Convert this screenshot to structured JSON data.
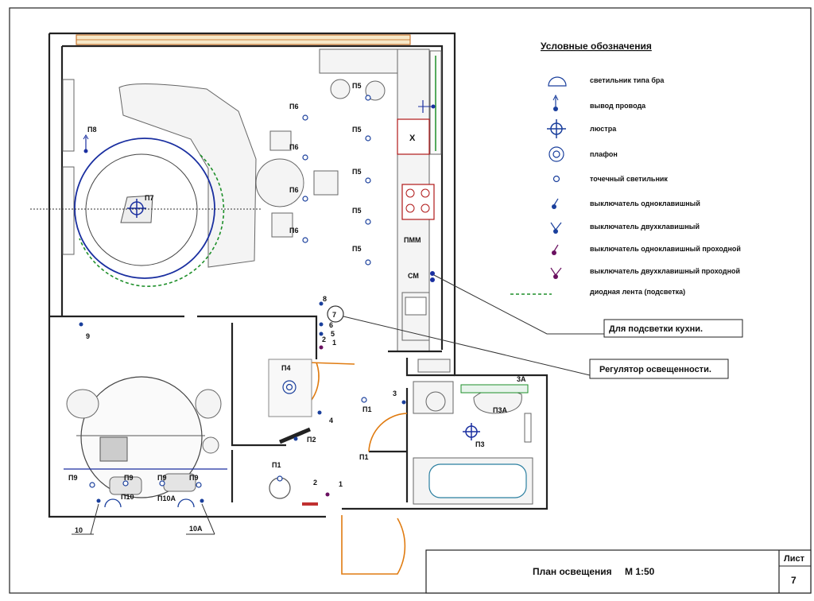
{
  "legend": {
    "title": "Условные обозначения",
    "items": [
      {
        "label": "светильник типа бра",
        "icon": "sconce-icon"
      },
      {
        "label": "вывод провода",
        "icon": "wire-outlet-icon"
      },
      {
        "label": "люстра",
        "icon": "chandelier-icon"
      },
      {
        "label": "плафон",
        "icon": "ceiling-lamp-icon"
      },
      {
        "label": "точечный светильник",
        "icon": "spotlight-icon"
      },
      {
        "label": "выключатель одноклавишный",
        "icon": "single-switch-icon"
      },
      {
        "label": "выключатель двухклавишный",
        "icon": "double-switch-icon"
      },
      {
        "label": "выключатель одноклавишный проходной",
        "icon": "single-pass-switch-icon"
      },
      {
        "label": "выключатель двухклавишный проходной",
        "icon": "double-pass-switch-icon"
      },
      {
        "label": "диодная лента (подсветка)",
        "icon": "led-strip-icon"
      }
    ]
  },
  "callouts": {
    "kitchen": "Для подсветки кухни.",
    "dimmer": "Регулятор освещенности."
  },
  "title_block": {
    "title": "План освещения",
    "scale": "М 1:50",
    "sheet_label": "Лист",
    "sheet_number": "7"
  },
  "appliances": {
    "stove_x": "X",
    "dishwasher": "ПММ",
    "washer": "СМ"
  },
  "plan_labels": {
    "p5a": "П5",
    "p5b": "П5",
    "p5c": "П5",
    "p5d": "П5",
    "p5e": "П5",
    "p6a": "П6",
    "p6b": "П6",
    "p6c": "П6",
    "p6d": "П6",
    "p7": "П7",
    "p8": "П8",
    "p4": "П4",
    "p1a": "П1",
    "p1b": "П1",
    "p1c": "П1",
    "p2": "П2",
    "p3": "П3",
    "p3a": "П3А",
    "n3a": "3А",
    "p9a": "П9",
    "p9b": "П9",
    "p9c": "П9",
    "p9d": "П9",
    "p10": "П10",
    "p10a": "П10А",
    "n10": "10",
    "n10a": "10А",
    "n9": "9",
    "n8": "8",
    "n7": "7",
    "n6": "6",
    "n5": "5",
    "n1a": "1",
    "n2a": "2",
    "n3": "3",
    "n4": "4",
    "n2b": "2",
    "n1b": "1"
  },
  "colors": {
    "walls": "#222222",
    "doors": "#e07b10",
    "fixtures": "#1a2fa0",
    "led_strip": "#1e8f2a",
    "pass_switch": "#6a1060",
    "stove": "#b01818"
  }
}
